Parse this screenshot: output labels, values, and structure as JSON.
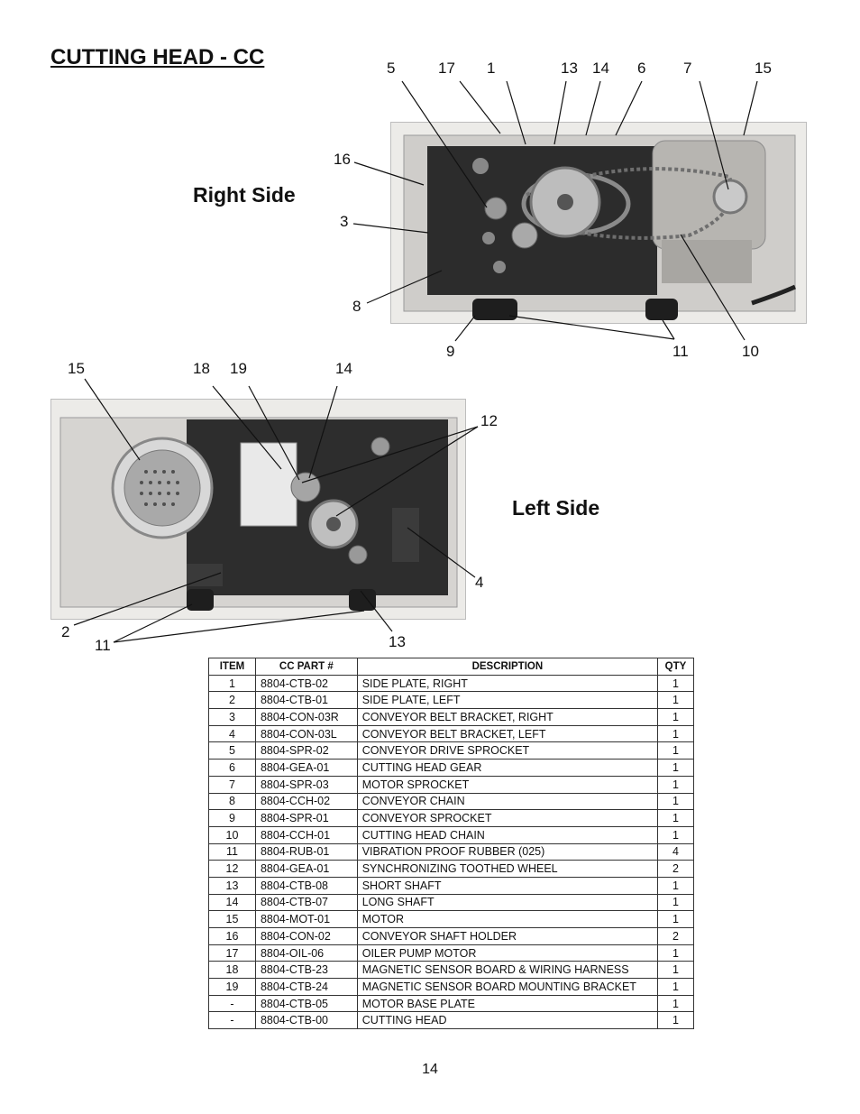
{
  "page_title": "CUTTING HEAD - CC",
  "right_side_label": "Right Side",
  "left_side_label": "Left Side",
  "right_callouts": [
    "5",
    "17",
    "1",
    "13",
    "14",
    "6",
    "7",
    "15",
    "16",
    "3",
    "8",
    "9",
    "11",
    "10"
  ],
  "left_callouts": [
    "15",
    "18",
    "19",
    "14",
    "12",
    "4",
    "2",
    "11",
    "13"
  ],
  "table": {
    "headers": [
      "ITEM",
      "CC PART #",
      "DESCRIPTION",
      "QTY"
    ],
    "rows": [
      [
        "1",
        "8804-CTB-02",
        "SIDE PLATE, RIGHT",
        "1"
      ],
      [
        "2",
        "8804-CTB-01",
        "SIDE PLATE, LEFT",
        "1"
      ],
      [
        "3",
        "8804-CON-03R",
        "CONVEYOR BELT BRACKET, RIGHT",
        "1"
      ],
      [
        "4",
        "8804-CON-03L",
        "CONVEYOR BELT BRACKET, LEFT",
        "1"
      ],
      [
        "5",
        "8804-SPR-02",
        "CONVEYOR DRIVE SPROCKET",
        "1"
      ],
      [
        "6",
        "8804-GEA-01",
        "CUTTING HEAD GEAR",
        "1"
      ],
      [
        "7",
        "8804-SPR-03",
        "MOTOR SPROCKET",
        "1"
      ],
      [
        "8",
        "8804-CCH-02",
        "CONVEYOR CHAIN",
        "1"
      ],
      [
        "9",
        "8804-SPR-01",
        "CONVEYOR SPROCKET",
        "1"
      ],
      [
        "10",
        "8804-CCH-01",
        "CUTTING HEAD CHAIN",
        "1"
      ],
      [
        "11",
        "8804-RUB-01",
        "VIBRATION PROOF RUBBER (025)",
        "4"
      ],
      [
        "12",
        "8804-GEA-01",
        "SYNCHRONIZING TOOTHED WHEEL",
        "2"
      ],
      [
        "13",
        "8804-CTB-08",
        "SHORT SHAFT",
        "1"
      ],
      [
        "14",
        "8804-CTB-07",
        "LONG SHAFT",
        "1"
      ],
      [
        "15",
        "8804-MOT-01",
        "MOTOR",
        "1"
      ],
      [
        "16",
        "8804-CON-02",
        "CONVEYOR SHAFT HOLDER",
        "2"
      ],
      [
        "17",
        "8804-OIL-06",
        "OILER PUMP MOTOR",
        "1"
      ],
      [
        "18",
        "8804-CTB-23",
        "MAGNETIC SENSOR BOARD & WIRING HARNESS",
        "1"
      ],
      [
        "19",
        "8804-CTB-24",
        "MAGNETIC SENSOR BOARD MOUNTING BRACKET",
        "1"
      ],
      [
        "-",
        "8804-CTB-05",
        "MOTOR BASE PLATE",
        "1"
      ],
      [
        "-",
        "8804-CTB-00",
        "CUTTING HEAD",
        "1"
      ]
    ]
  },
  "page_number": "14"
}
